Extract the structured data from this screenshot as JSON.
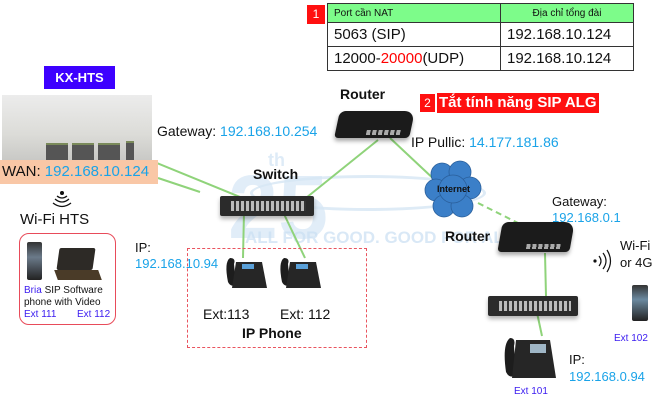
{
  "nat_table": {
    "step_badge": "1",
    "headers": [
      "Port cần NAT",
      "Địa chỉ tổng đài"
    ],
    "rows": [
      {
        "port": "5063 (SIP)",
        "address": "192.168.10.124"
      },
      {
        "port_prefix": "12000-",
        "port_highlight": "20000",
        "port_suffix": "(UDP)",
        "address": "192.168.10.124"
      }
    ]
  },
  "step2": {
    "badge": "2",
    "text": "Tắt tính năng SIP ALG"
  },
  "pbx": {
    "title": "KX-HTS",
    "wan_label": "WAN: ",
    "wan_ip": "192.168.10.124",
    "wifi_label": "Wi-Fi HTS"
  },
  "softphones": {
    "brand": "Bria",
    "desc_line1_rest": " SIP Software",
    "desc_line2": "phone with Video",
    "ext_a": "Ext 111",
    "ext_b": "Ext 112"
  },
  "router_main": {
    "title": "Router",
    "gateway_label": "Gateway: ",
    "gateway_ip": "192.168.10.254",
    "public_label": "IP Pullic: ",
    "public_ip": "14.177.181.86"
  },
  "switch_main": {
    "title": "Switch"
  },
  "ip_phones": {
    "ip_label": "IP:",
    "ip": "192.168.10.94",
    "ext_a": "Ext:113",
    "ext_b": "Ext: 112",
    "group_label": "IP Phone"
  },
  "internet": {
    "label": "Internet"
  },
  "router_remote": {
    "title": "Router",
    "gateway_label": "Gateway:",
    "gateway_ip": "192.168.0.1",
    "wireless_line1": "Wi-Fi",
    "wireless_line2": "or 4G"
  },
  "remote_site": {
    "ext_mobile": "Ext 102",
    "ext_phone": "Ext 101",
    "ip_label": "IP:",
    "ip": "192.168.0.94"
  },
  "watermark": {
    "text": "ALL FOR GOOD. GOOD FOR ALL",
    "badge": "25",
    "sup": "th"
  },
  "colors": {
    "ip_blue": "#1aa3e8",
    "ext_purple": "#3a1bf0",
    "alert_red": "#ff1010",
    "header_green": "#7dfc8a",
    "title_purple": "#3d00ff",
    "link_green": "#8fd37a"
  }
}
